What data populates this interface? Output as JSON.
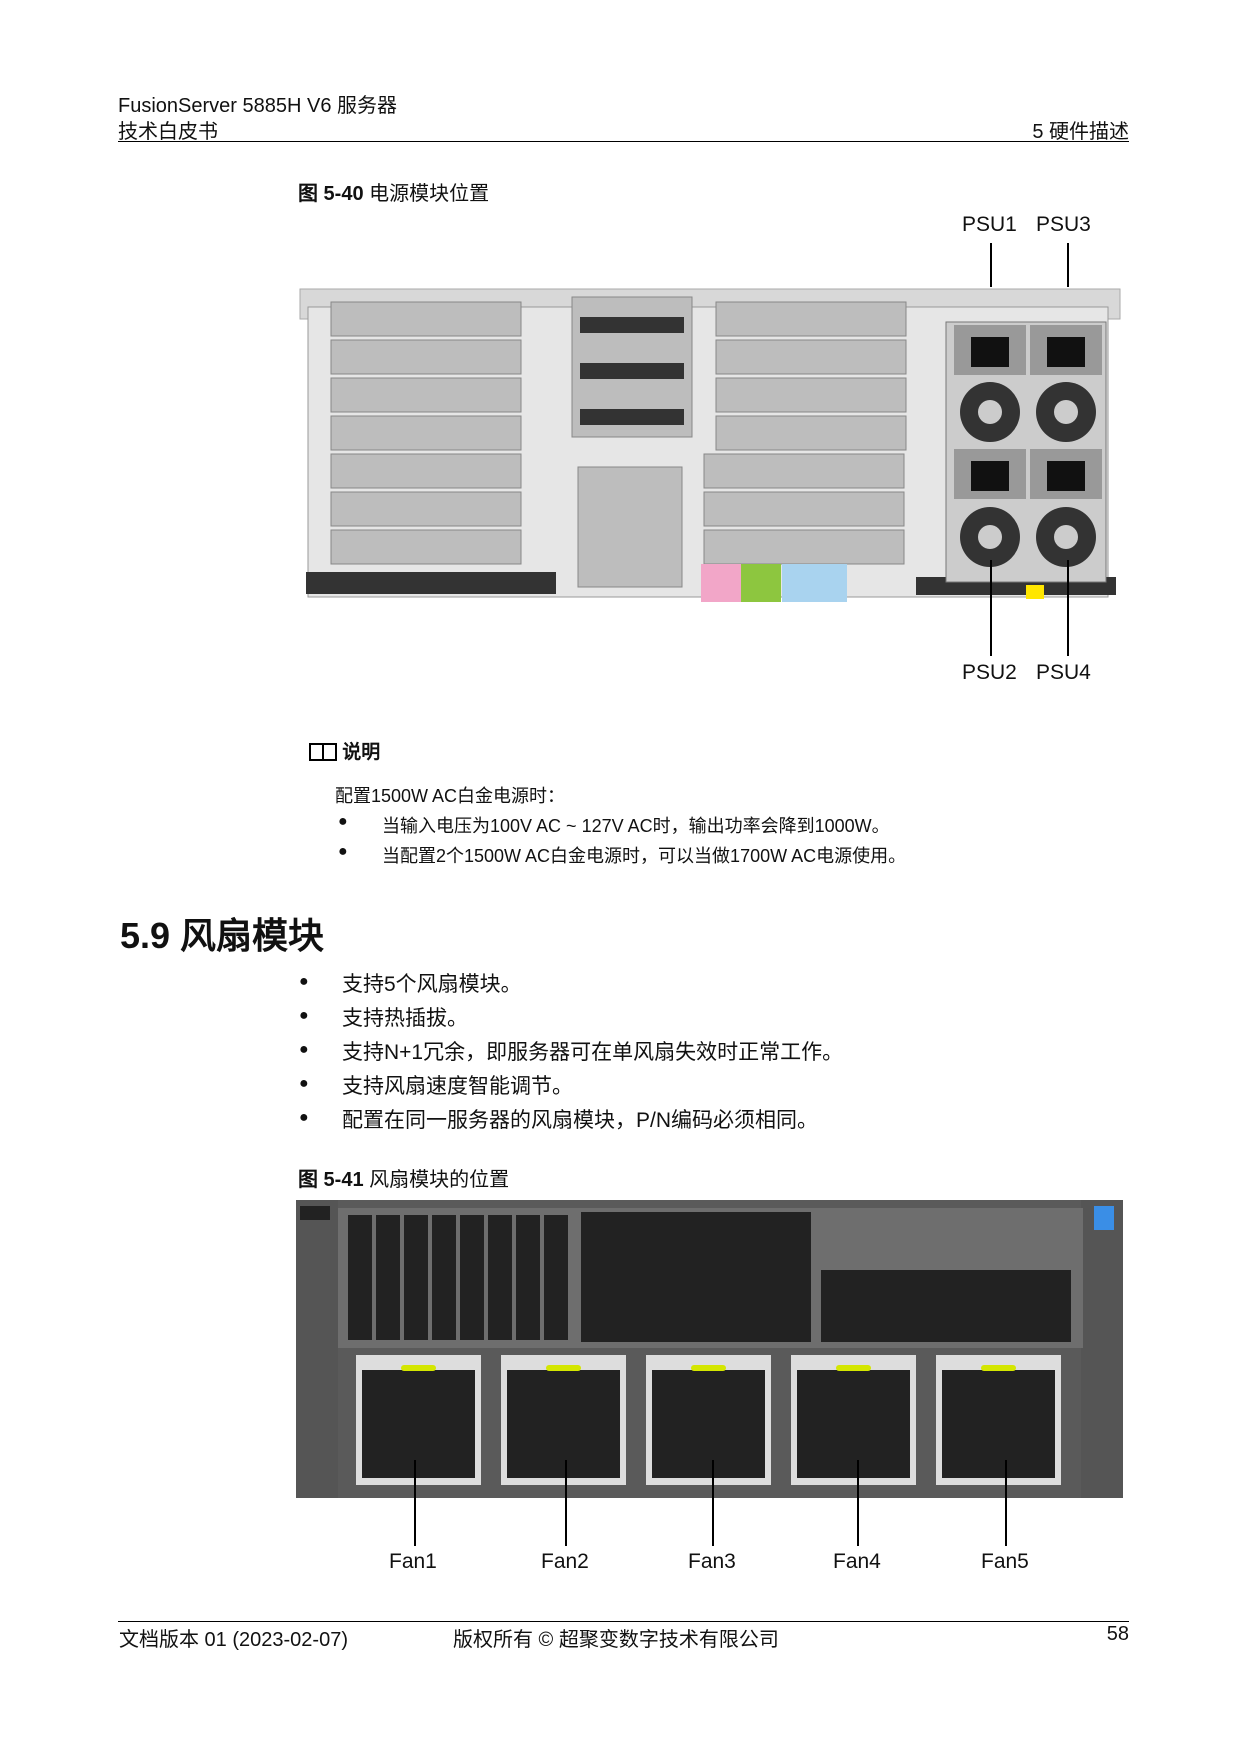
{
  "header": {
    "product": "FusionServer 5885H V6 服务器",
    "doc": "技术白皮书",
    "chapter": "5 硬件描述"
  },
  "figure1": {
    "number": "图 5-40",
    "title": "电源模块位置",
    "labels": [
      "PSU1",
      "PSU3",
      "PSU2",
      "PSU4"
    ]
  },
  "note": {
    "icon": "book-icon",
    "title": "说明",
    "intro": "配置1500W AC白金电源时：",
    "items": [
      "当输入电压为100V AC ~ 127V AC时，输出功率会降到1000W。",
      "当配置2个1500W AC白金电源时，可以当做1700W AC电源使用。"
    ]
  },
  "section": {
    "title": "5.9 风扇模块",
    "bullets": [
      "支持5个风扇模块。",
      "支持热插拔。",
      "支持N+1冗余，即服务器可在单风扇失效时正常工作。",
      "支持风扇速度智能调节。",
      "配置在同一服务器的风扇模块，P/N编码必须相同。"
    ]
  },
  "figure2": {
    "number": "图 5-41",
    "title": "风扇模块的位置",
    "labels": [
      "Fan1",
      "Fan2",
      "Fan3",
      "Fan4",
      "Fan5"
    ]
  },
  "footer": {
    "version": "文档版本 01 (2023-02-07)",
    "copyright": "版权所有 © 超聚变数字技术有限公司",
    "page": "58"
  }
}
